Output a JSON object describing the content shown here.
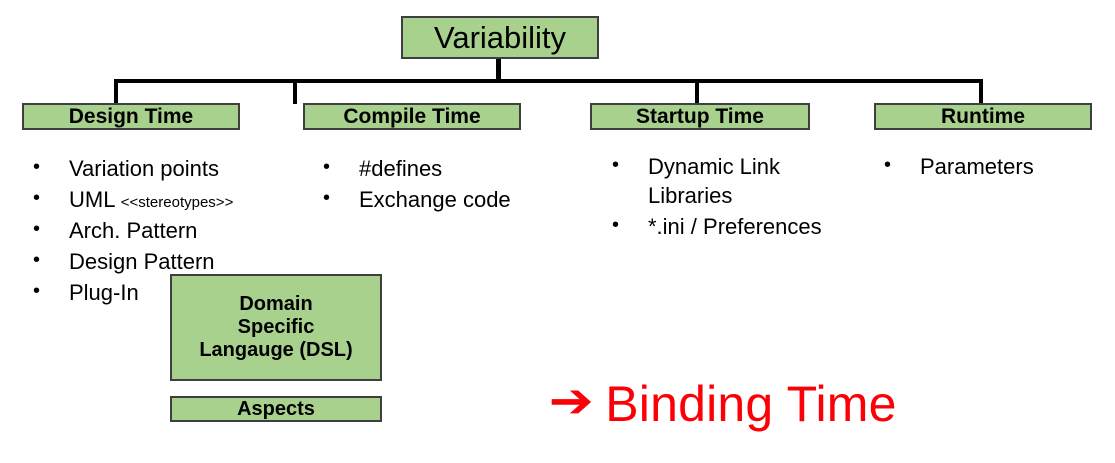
{
  "diagram": {
    "title": "Variability",
    "root": {
      "label": "Variability"
    },
    "branches": [
      {
        "label": "Design Time",
        "items": [
          {
            "text": "Variation points",
            "tag": ""
          },
          {
            "text": "UML ",
            "tag": "<<stereotypes>>"
          },
          {
            "text": "Arch. Pattern",
            "tag": ""
          },
          {
            "text": "Design Pattern",
            "tag": ""
          },
          {
            "text": "Plug-In",
            "tag": ""
          }
        ]
      },
      {
        "label": "Compile Time",
        "items": [
          {
            "text": "#defines",
            "tag": ""
          },
          {
            "text": "Exchange code",
            "tag": ""
          }
        ]
      },
      {
        "label": "Startup Time",
        "items": [
          {
            "text": "Dynamic Link Libraries",
            "tag": ""
          },
          {
            "text": "*.ini / Preferences",
            "tag": ""
          }
        ]
      },
      {
        "label": "Runtime",
        "items": [
          {
            "text": "Parameters",
            "tag": ""
          }
        ]
      }
    ],
    "extra_boxes": [
      {
        "label": "Domain\nSpecific\nLangauge (DSL)",
        "name": "dsl-box"
      },
      {
        "label": "Aspects",
        "name": "aspects-box"
      }
    ],
    "callout": {
      "arrow": "➔",
      "label": "Binding Time"
    },
    "colors": {
      "box_fill": "#a9d18e",
      "box_border": "#3f3f3f",
      "connector": "#000000",
      "callout": "#fb0007",
      "text": "#000000",
      "background": "#ffffff"
    }
  }
}
